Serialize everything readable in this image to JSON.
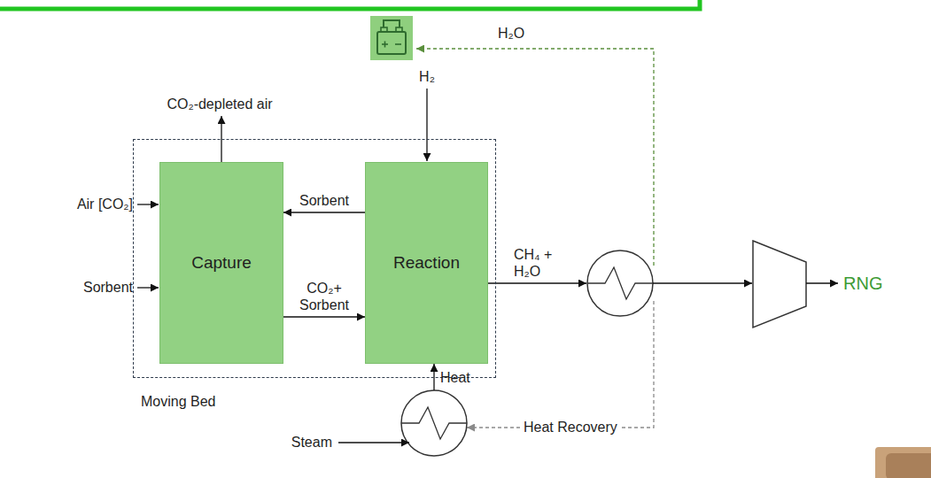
{
  "diagram": {
    "nodes": [
      {
        "text": [
          "Moving Bed"
        ]
      },
      {
        "text": [
          "Capture"
        ],
        "in": 0
      },
      {
        "text": [
          "Reaction"
        ],
        "in": 0
      }
    ],
    "edges": [
      {
        "from": 1,
        "to": 2,
        "arrow": "to",
        "label": "CO₂+ Sorbent"
      },
      {
        "from": 2,
        "to": 1,
        "arrow": "to",
        "label": "Sorbent"
      }
    ],
    "labels": [
      "CO₂-depleted air",
      "H₂O",
      "H₂",
      "Air [CO₂]",
      "Sorbent",
      "CH₄ + H₂O",
      "RNG",
      "Heat",
      "Steam",
      "Heat Recovery"
    ]
  }
}
